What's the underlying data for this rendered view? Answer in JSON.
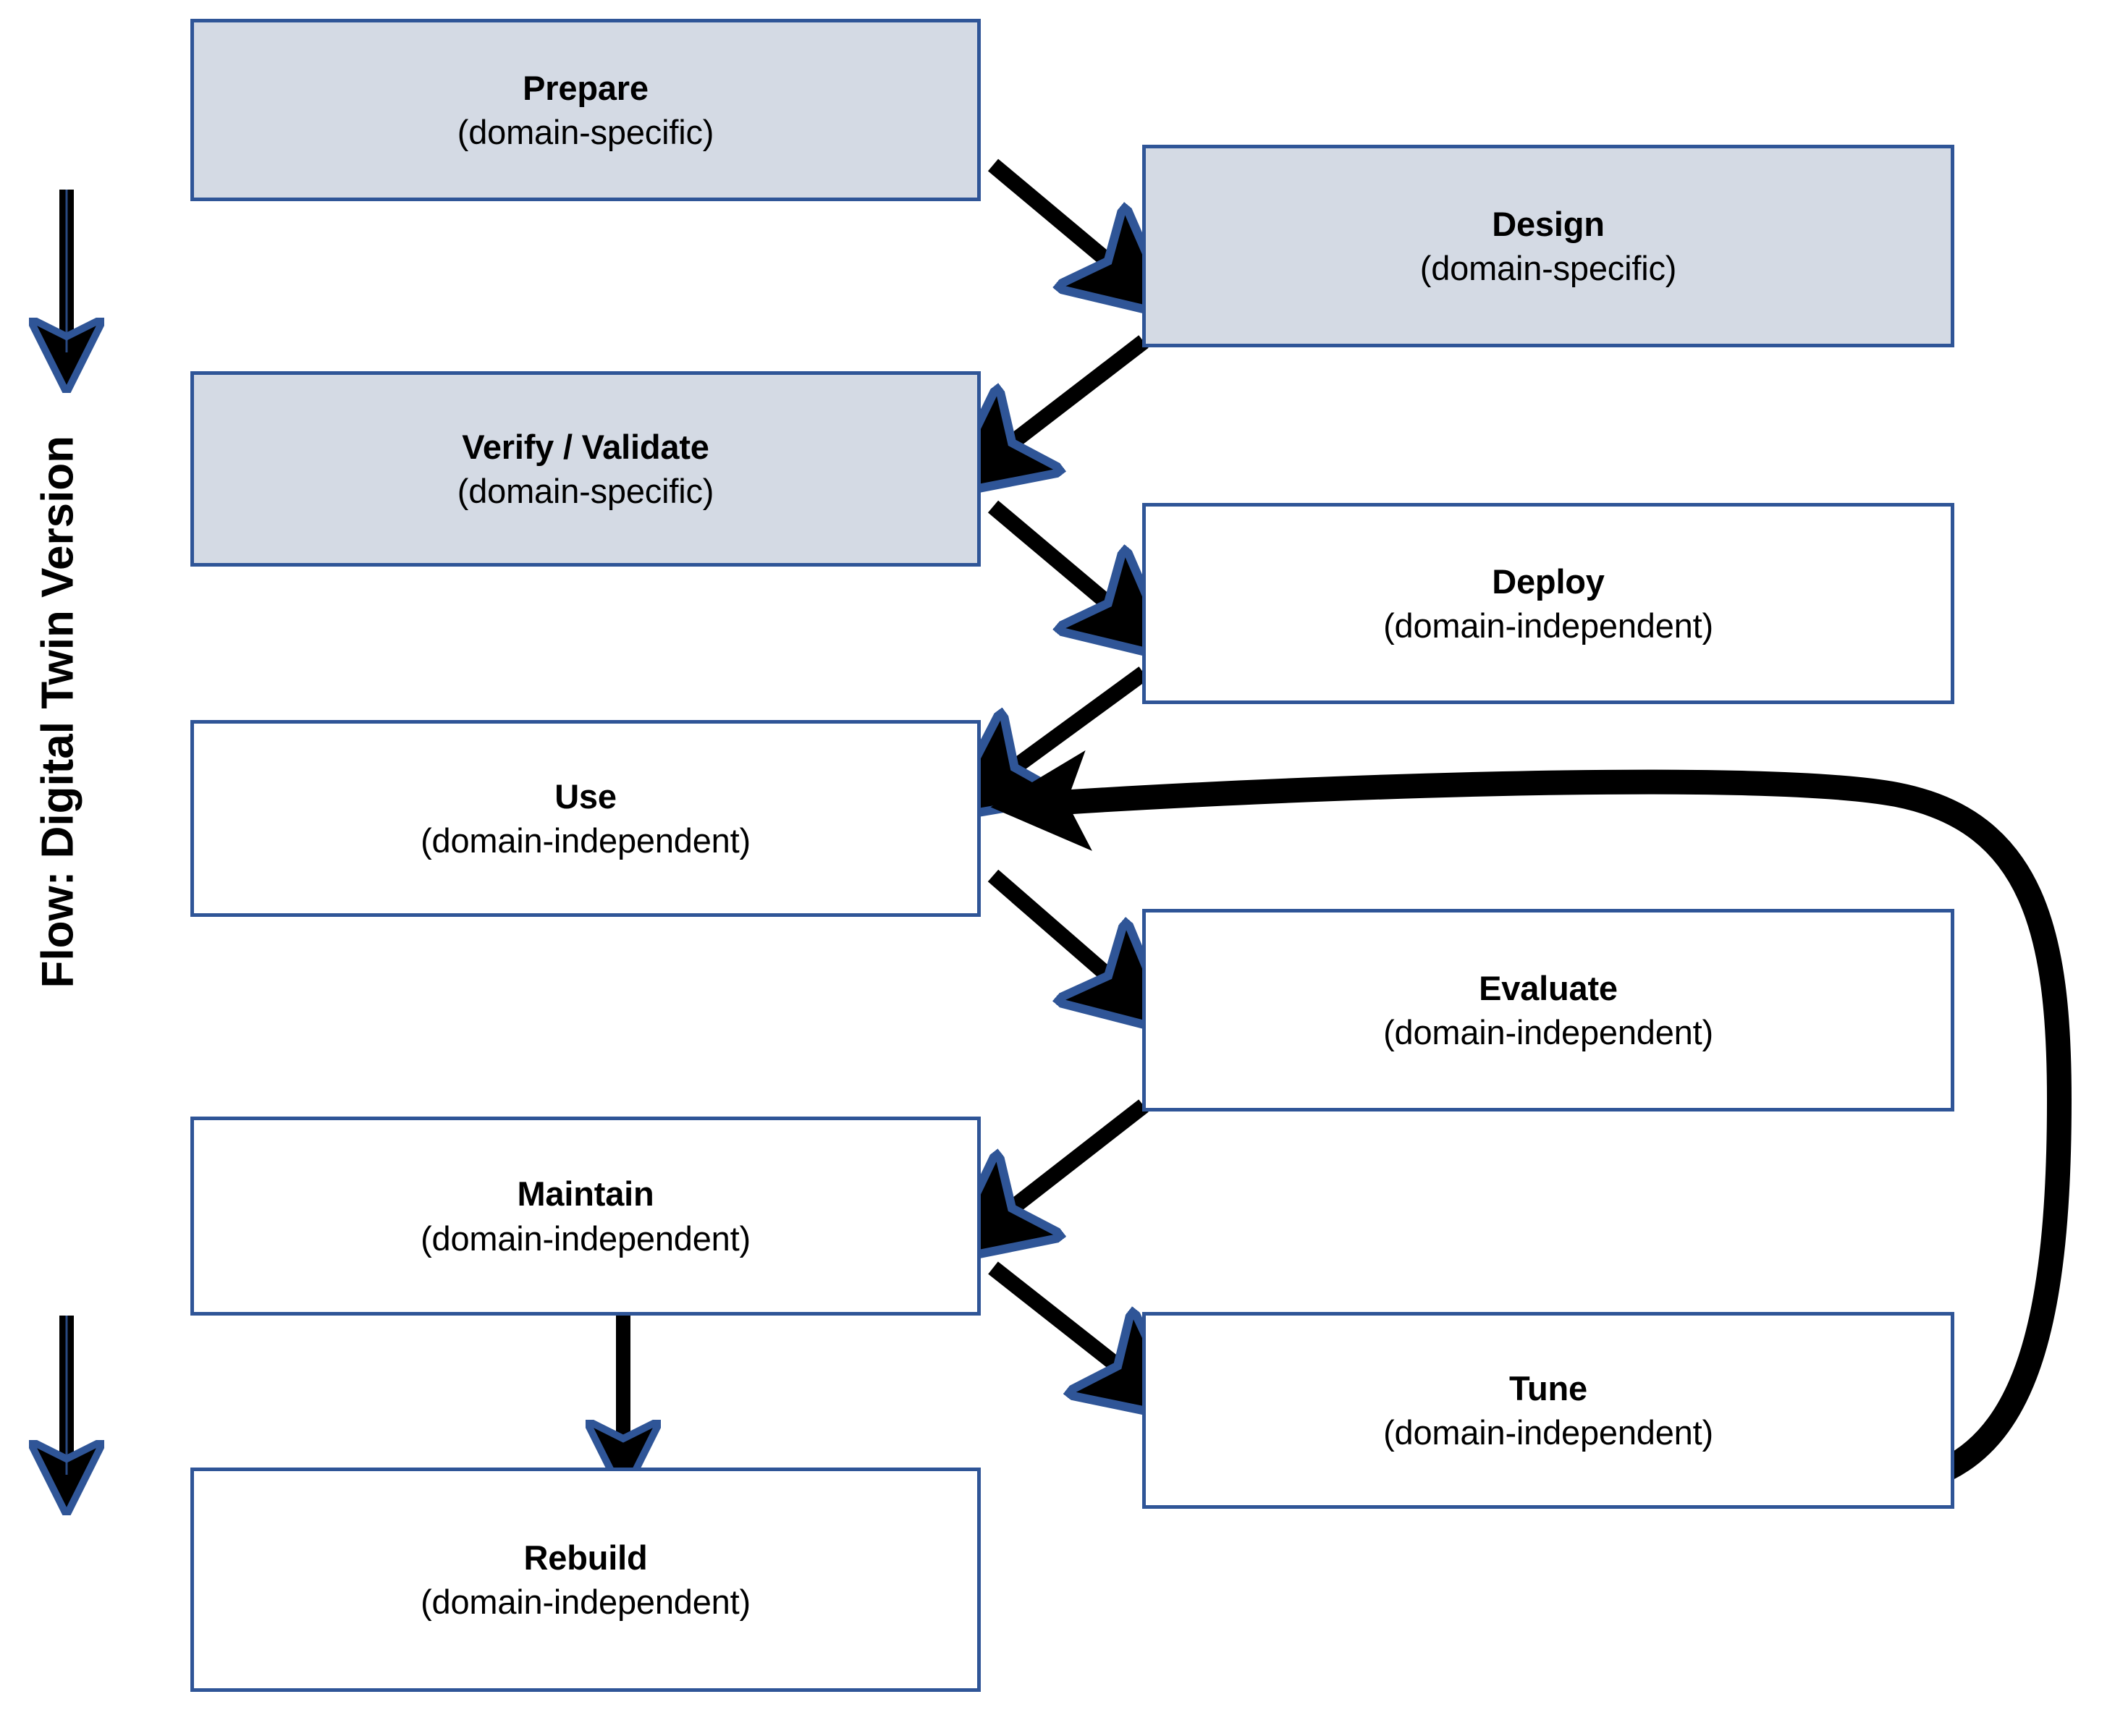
{
  "diagram": {
    "axis_label": "Flow: Digital Twin Version",
    "nodes": [
      {
        "id": "prepare",
        "title": "Prepare",
        "subtitle": "(domain-specific)",
        "fill": "shaded",
        "column": "left"
      },
      {
        "id": "design",
        "title": "Design",
        "subtitle": "(domain-specific)",
        "fill": "shaded",
        "column": "right"
      },
      {
        "id": "verify",
        "title": "Verify / Validate",
        "subtitle": "(domain-specific)",
        "fill": "shaded",
        "column": "left"
      },
      {
        "id": "deploy",
        "title": "Deploy",
        "subtitle": "(domain-independent)",
        "fill": "plain",
        "column": "right"
      },
      {
        "id": "use",
        "title": "Use",
        "subtitle": "(domain-independent)",
        "fill": "plain",
        "column": "left"
      },
      {
        "id": "evaluate",
        "title": "Evaluate",
        "subtitle": "(domain-independent)",
        "fill": "plain",
        "column": "right"
      },
      {
        "id": "maintain",
        "title": "Maintain",
        "subtitle": "(domain-independent)",
        "fill": "plain",
        "column": "left"
      },
      {
        "id": "tune",
        "title": "Tune",
        "subtitle": "(domain-independent)",
        "fill": "plain",
        "column": "right"
      },
      {
        "id": "rebuild",
        "title": "Rebuild",
        "subtitle": "(domain-independent)",
        "fill": "plain",
        "column": "left"
      }
    ],
    "edges": [
      {
        "id": "prepare-to-design",
        "from": "prepare",
        "to": "design",
        "style": "diagonal-thin"
      },
      {
        "id": "design-to-verify",
        "from": "design",
        "to": "verify",
        "style": "diagonal-thin"
      },
      {
        "id": "verify-to-deploy",
        "from": "verify",
        "to": "deploy",
        "style": "diagonal-thin"
      },
      {
        "id": "deploy-to-use",
        "from": "deploy",
        "to": "use",
        "style": "diagonal-thin"
      },
      {
        "id": "use-to-evaluate",
        "from": "use",
        "to": "evaluate",
        "style": "diagonal-thin"
      },
      {
        "id": "evaluate-to-maintain",
        "from": "evaluate",
        "to": "maintain",
        "style": "diagonal-thin"
      },
      {
        "id": "maintain-to-tune",
        "from": "maintain",
        "to": "tune",
        "style": "diagonal-thin"
      },
      {
        "id": "maintain-to-rebuild",
        "from": "maintain",
        "to": "rebuild",
        "style": "vertical-thin"
      },
      {
        "id": "tune-to-use",
        "from": "tune",
        "to": "use",
        "style": "curved-feedback-thick"
      }
    ],
    "flow_markers": [
      {
        "id": "flow-arrow-top",
        "direction": "down"
      },
      {
        "id": "flow-arrow-bottom",
        "direction": "down"
      }
    ],
    "colors": {
      "box_border": "#2f5597",
      "box_shaded_fill": "#d4dae4",
      "box_plain_fill": "#ffffff",
      "arrow_fill": "#000000",
      "arrow_outline": "#2f5597",
      "feedback_arrow": "#000000",
      "text": "#000000"
    }
  }
}
